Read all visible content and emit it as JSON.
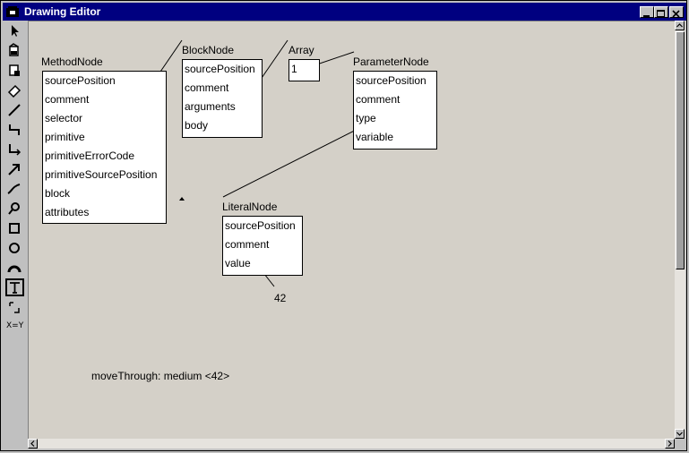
{
  "window": {
    "title": "Drawing Editor"
  },
  "tools": [
    {
      "name": "select-tool-icon"
    },
    {
      "name": "fill-tool-icon"
    },
    {
      "name": "paint-tool-icon"
    },
    {
      "name": "eraser-tool-icon"
    },
    {
      "name": "line-tool-icon"
    },
    {
      "name": "connector-tool-icon"
    },
    {
      "name": "elbow-connector-tool-icon"
    },
    {
      "name": "arrow-tool-icon"
    },
    {
      "name": "curve-tool-icon"
    },
    {
      "name": "lasso-tool-icon"
    },
    {
      "name": "rectangle-tool-icon"
    },
    {
      "name": "ellipse-tool-icon"
    },
    {
      "name": "arc-tool-icon"
    },
    {
      "name": "text-tool-icon",
      "selected": true
    },
    {
      "name": "corner-tool-icon"
    },
    {
      "name": "xy-tool-icon",
      "label": "X=Y"
    }
  ],
  "nodes": {
    "method": {
      "title": "MethodNode",
      "slots": [
        "sourcePosition",
        "comment",
        "selector",
        "primitive",
        "primitiveErrorCode",
        "primitiveSourcePosition",
        "block",
        "attributes"
      ]
    },
    "block": {
      "title": "BlockNode",
      "slots": [
        "sourcePosition",
        "comment",
        "arguments",
        "body"
      ]
    },
    "array": {
      "title": "Array",
      "slots": [
        "1"
      ]
    },
    "parameter": {
      "title": "ParameterNode",
      "slots": [
        "sourcePosition",
        "comment",
        "type",
        "variable"
      ]
    },
    "literal": {
      "title": "LiteralNode",
      "slots": [
        "sourcePosition",
        "comment",
        "value"
      ]
    }
  },
  "literal_value": "42",
  "status_text": "moveThrough: medium <42>",
  "colors": {
    "titlebar": "#000080",
    "canvas": "#d4d0c8",
    "box": "#ffffff"
  }
}
